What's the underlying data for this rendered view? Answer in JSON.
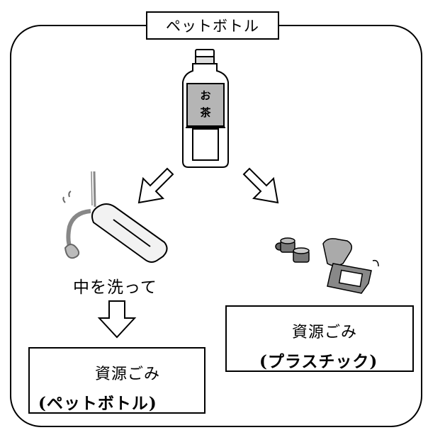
{
  "title": "ペットボトル",
  "bottle_label": [
    "お",
    "茶"
  ],
  "wash_label": "中を洗って",
  "pet_box": {
    "line1": "資源ごみ",
    "line2": "(ペットボトル)"
  },
  "plastic_box": {
    "line1": "資源ごみ",
    "line2": "(プラスチック)"
  },
  "colors": {
    "stroke": "#000000",
    "background": "#ffffff",
    "shade": "#9a9a9a"
  }
}
